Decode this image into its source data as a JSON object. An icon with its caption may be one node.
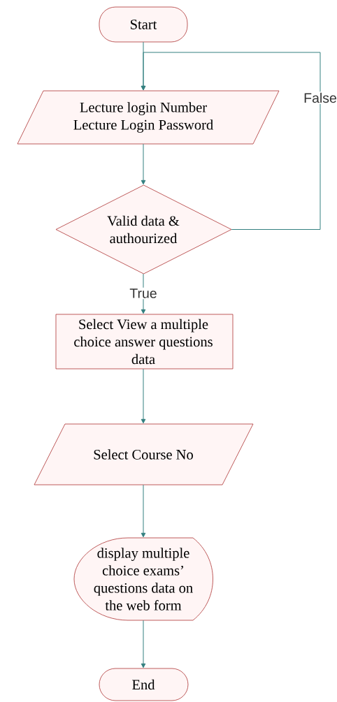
{
  "diagram": {
    "nodes": [
      {
        "text": [
          "Start"
        ]
      },
      {
        "text": [
          "Lecture login Number Lecture Login Password"
        ]
      },
      {
        "text": [
          "Valid data & authourized"
        ]
      },
      {
        "text": [
          "Select View a multiple choice answer questions data"
        ]
      },
      {
        "text": [
          "Select  Course No"
        ]
      },
      {
        "text": [
          "display multiple choice exams’ questions data on the web form"
        ]
      },
      {
        "text": [
          "End"
        ]
      }
    ],
    "edges": [
      {
        "from": 0,
        "to": 1,
        "arrow": "to"
      },
      {
        "from": 1,
        "to": 2,
        "arrow": "to"
      },
      {
        "from": 2,
        "to": 1,
        "arrow": "to",
        "label": "False"
      },
      {
        "from": 2,
        "to": 3,
        "arrow": "to",
        "label": "True"
      },
      {
        "from": 3,
        "to": 4,
        "arrow": "to"
      },
      {
        "from": 4,
        "to": 5,
        "arrow": "to"
      },
      {
        "from": 5,
        "to": 6,
        "arrow": "to"
      }
    ]
  }
}
